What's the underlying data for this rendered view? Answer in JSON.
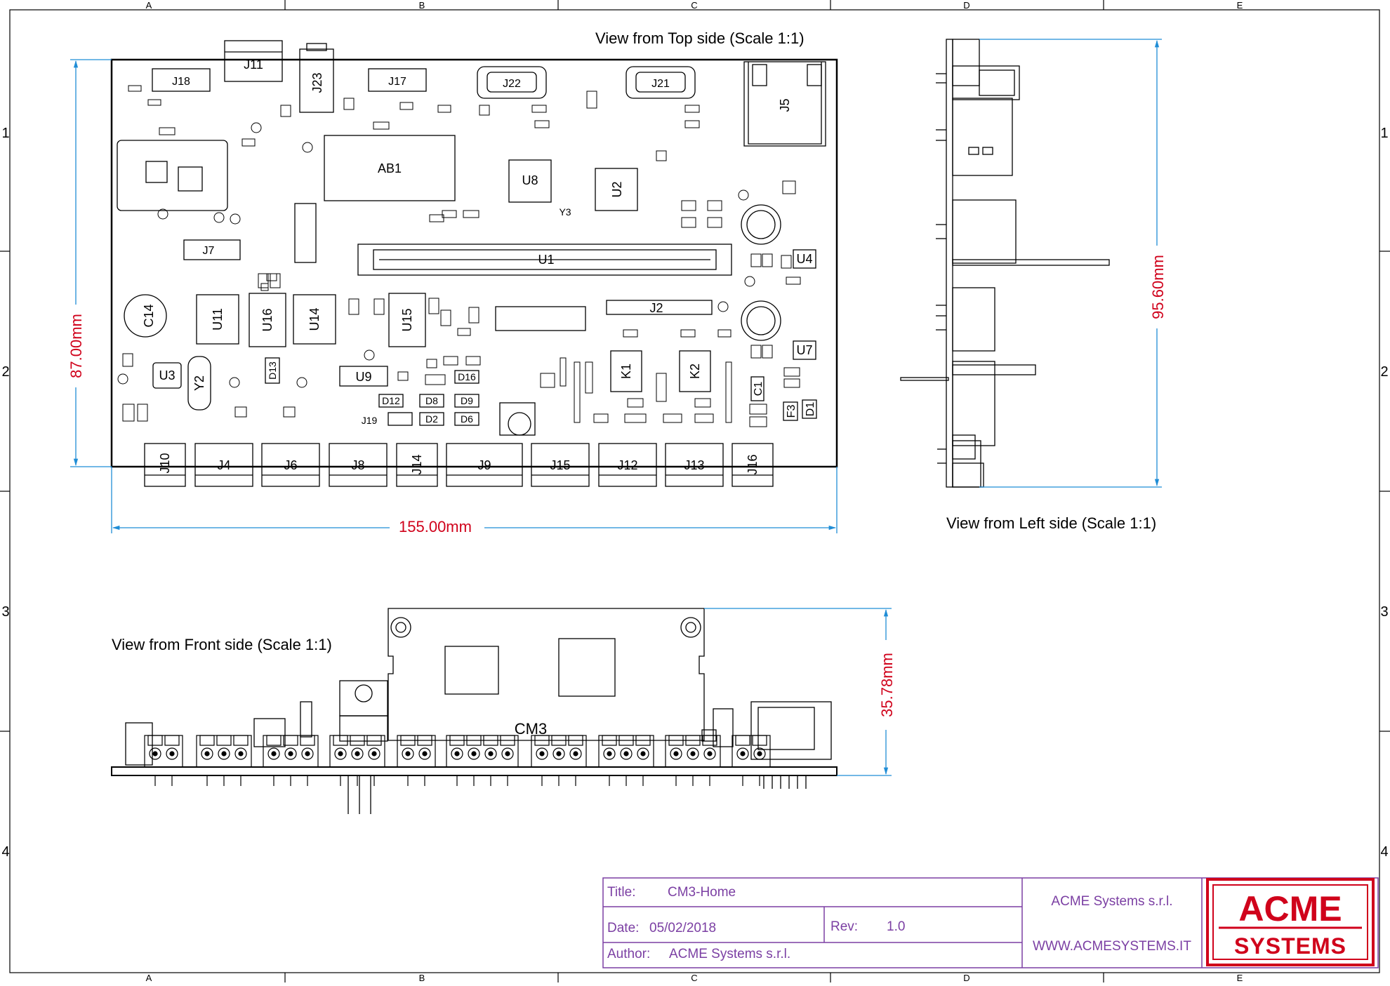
{
  "grid": {
    "columns": [
      "A",
      "B",
      "C",
      "D",
      "E"
    ],
    "rows": [
      "1",
      "2",
      "3",
      "4"
    ]
  },
  "views": {
    "top": {
      "label": "View from Top side (Scale 1:1)",
      "dim_width": "155.00mm",
      "dim_height": "87.00mm",
      "components": {
        "ab1": "AB1",
        "u1": "U1",
        "u2": "U2",
        "u8": "U8",
        "j2": "J2",
        "j5": "J5",
        "j11": "J11",
        "j18": "J18",
        "j17": "J17",
        "j23": "J23",
        "j22": "J22",
        "j21": "J21",
        "j7": "J7",
        "u11": "U11",
        "u16": "U16",
        "u14": "U14",
        "u15": "U15",
        "u3": "U3",
        "y2": "Y2",
        "u9": "U9",
        "k1": "K1",
        "k2": "K2",
        "u4": "U4",
        "u7": "U7",
        "c14": "C14",
        "c1": "C1",
        "f3": "F3",
        "d1": "D1",
        "d12": "D12",
        "d8": "D8",
        "d9": "D9",
        "d16": "D16",
        "d2": "D2",
        "d6": "D6",
        "j19": "J19",
        "d13": "D13",
        "y3": "Y3"
      },
      "connectors": [
        "J10",
        "J4",
        "J6",
        "J8",
        "J14",
        "J9",
        "J15",
        "J12",
        "J13",
        "J16"
      ]
    },
    "left": {
      "label": "View from Left side (Scale 1:1)",
      "dim_height": "95.60mm"
    },
    "front": {
      "label": "View from Front side (Scale 1:1)",
      "dim_height": "35.78mm",
      "module_label": "CM3"
    }
  },
  "title_block": {
    "title_label": "Title:",
    "title_value": "CM3-Home",
    "date_label": "Date:",
    "date_value": "05/02/2018",
    "rev_label": "Rev:",
    "rev_value": "1.0",
    "author_label": "Author:",
    "author_value": "ACME Systems s.r.l.",
    "company": "ACME Systems s.r.l.",
    "website": "WWW.ACMESYSTEMS.IT",
    "logo_line1": "ACME",
    "logo_line2": "SYSTEMS"
  },
  "colors": {
    "dimension": "#1f8dd6",
    "dimension_text": "#d0021b",
    "title_block": "#7b3fa3",
    "logo": "#d0021b"
  }
}
